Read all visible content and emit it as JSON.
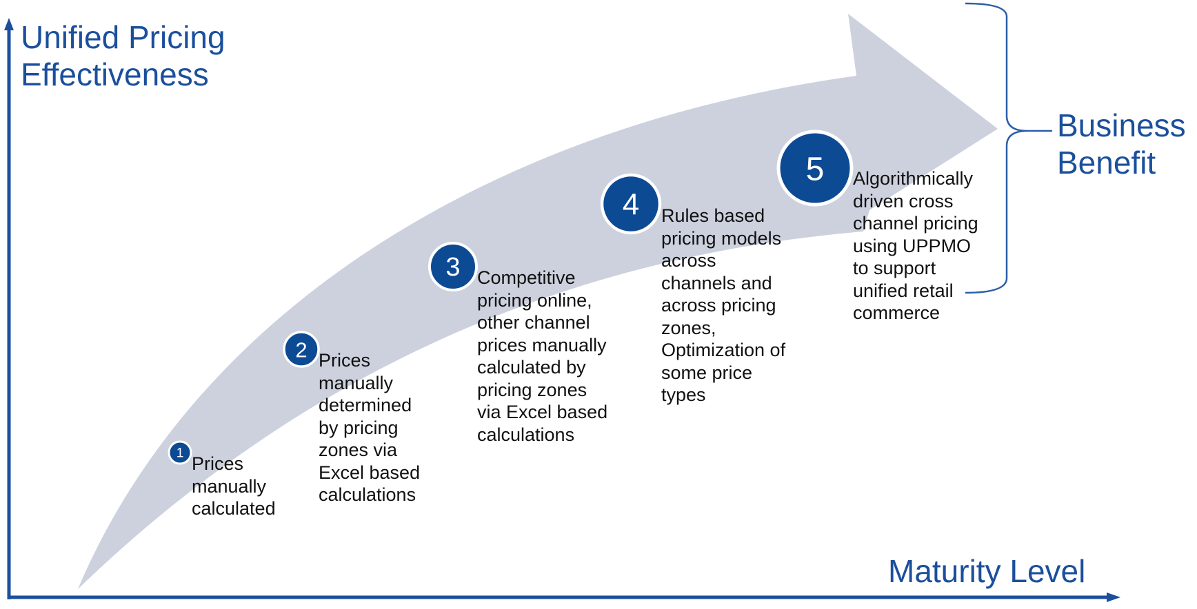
{
  "axes": {
    "y_title": "Unified Pricing\nEffectiveness",
    "x_title": "Maturity Level"
  },
  "benefit": {
    "title": "Business\nBenefit"
  },
  "steps": [
    {
      "number": "1",
      "text": "Prices\nmanually\ncalculated"
    },
    {
      "number": "2",
      "text": "Prices\nmanually\ndetermined\nby pricing\nzones via\nExcel based\ncalculations"
    },
    {
      "number": "3",
      "text": "Competitive\npricing online,\nother channel\nprices manually\ncalculated by\npricing zones\nvia Excel based\ncalculations"
    },
    {
      "number": "4",
      "text": "Rules based\npricing models\nacross\nchannels and\nacross pricing\nzones,\nOptimization of\nsome price\ntypes"
    },
    {
      "number": "5",
      "text": "Algorithmically\ndriven cross\nchannel pricing\nusing UPPMO\nto support\nunified retail\ncommerce"
    }
  ],
  "colors": {
    "axis": "#1b4f9c",
    "arrow_fill": "#cdd1de",
    "badge_fill": "#0d4a94",
    "badge_ring": "#ffffff",
    "bracket": "#2b5fa8",
    "text": "#111111"
  }
}
